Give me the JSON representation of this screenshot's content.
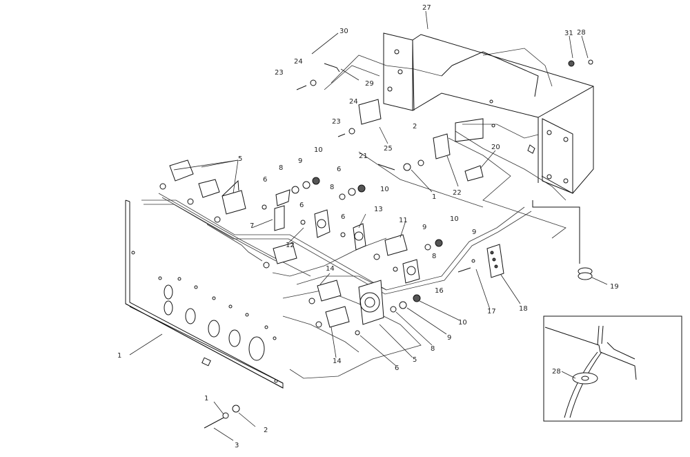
{
  "diagram": {
    "callouts": {
      "c27": "27",
      "c31": "31",
      "c28": "28",
      "c30": "30",
      "c29": "29",
      "c23a": "23",
      "c24a": "24",
      "c24b": "24",
      "c23b": "23",
      "c25": "25",
      "c2a": "2",
      "c20": "20",
      "c21": "21",
      "c22": "22",
      "c1a": "1",
      "c5a": "5",
      "c6a": "6",
      "c8a": "8",
      "c9a": "9",
      "c10a": "10",
      "c6b": "6",
      "c8b": "8",
      "c10b": "10",
      "c6c": "6",
      "c7": "7",
      "c12": "12",
      "c6d": "6",
      "c13": "13",
      "c11": "11",
      "c9b": "9",
      "c10c": "10",
      "c8c": "8",
      "c9c": "9",
      "c16": "16",
      "c19": "19",
      "c14a": "14",
      "c17": "17",
      "c18": "18",
      "c10d": "10",
      "c9d": "9",
      "c8d": "8",
      "c5b": "5",
      "c6e": "6",
      "c14b": "14",
      "c1b": "1",
      "c1c": "1",
      "c2b": "2",
      "c3": "3",
      "c28b": "28"
    }
  }
}
